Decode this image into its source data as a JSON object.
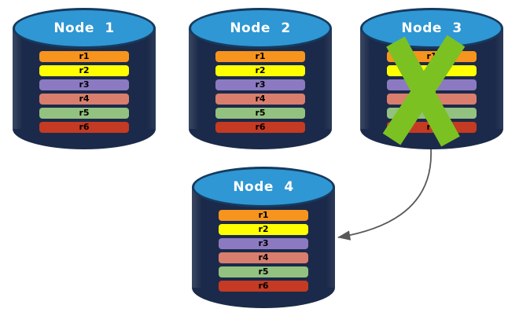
{
  "nodes": [
    {
      "label": "Node 1",
      "records": [
        "r1",
        "r2",
        "r3",
        "r4",
        "r5",
        "r6"
      ],
      "failed": false
    },
    {
      "label": "Node 2",
      "records": [
        "r1",
        "r2",
        "r3",
        "r4",
        "r5",
        "r6"
      ],
      "failed": false
    },
    {
      "label": "Node 3",
      "records": [
        "r1",
        "r2",
        "r3",
        "r4",
        "r5",
        "r6"
      ],
      "failed": true
    },
    {
      "label": "Node 4",
      "records": [
        "r1",
        "r2",
        "r3",
        "r4",
        "r5",
        "r6"
      ],
      "failed": false
    }
  ],
  "record_colors": [
    "#F7941D",
    "#FFFF00",
    "#8B7AC1",
    "#D97E6D",
    "#93C17F",
    "#C43A22"
  ],
  "colors": {
    "cylinder-body": "#1B2A4A",
    "cylinder-top": "#2E97D4",
    "cylinder-top-border": "#173A5E",
    "failure-x": "#7CC122",
    "arrow": "#595959",
    "node-label": "#FFFFFF",
    "record-label": "#000000",
    "background": "#FFFFFF"
  }
}
